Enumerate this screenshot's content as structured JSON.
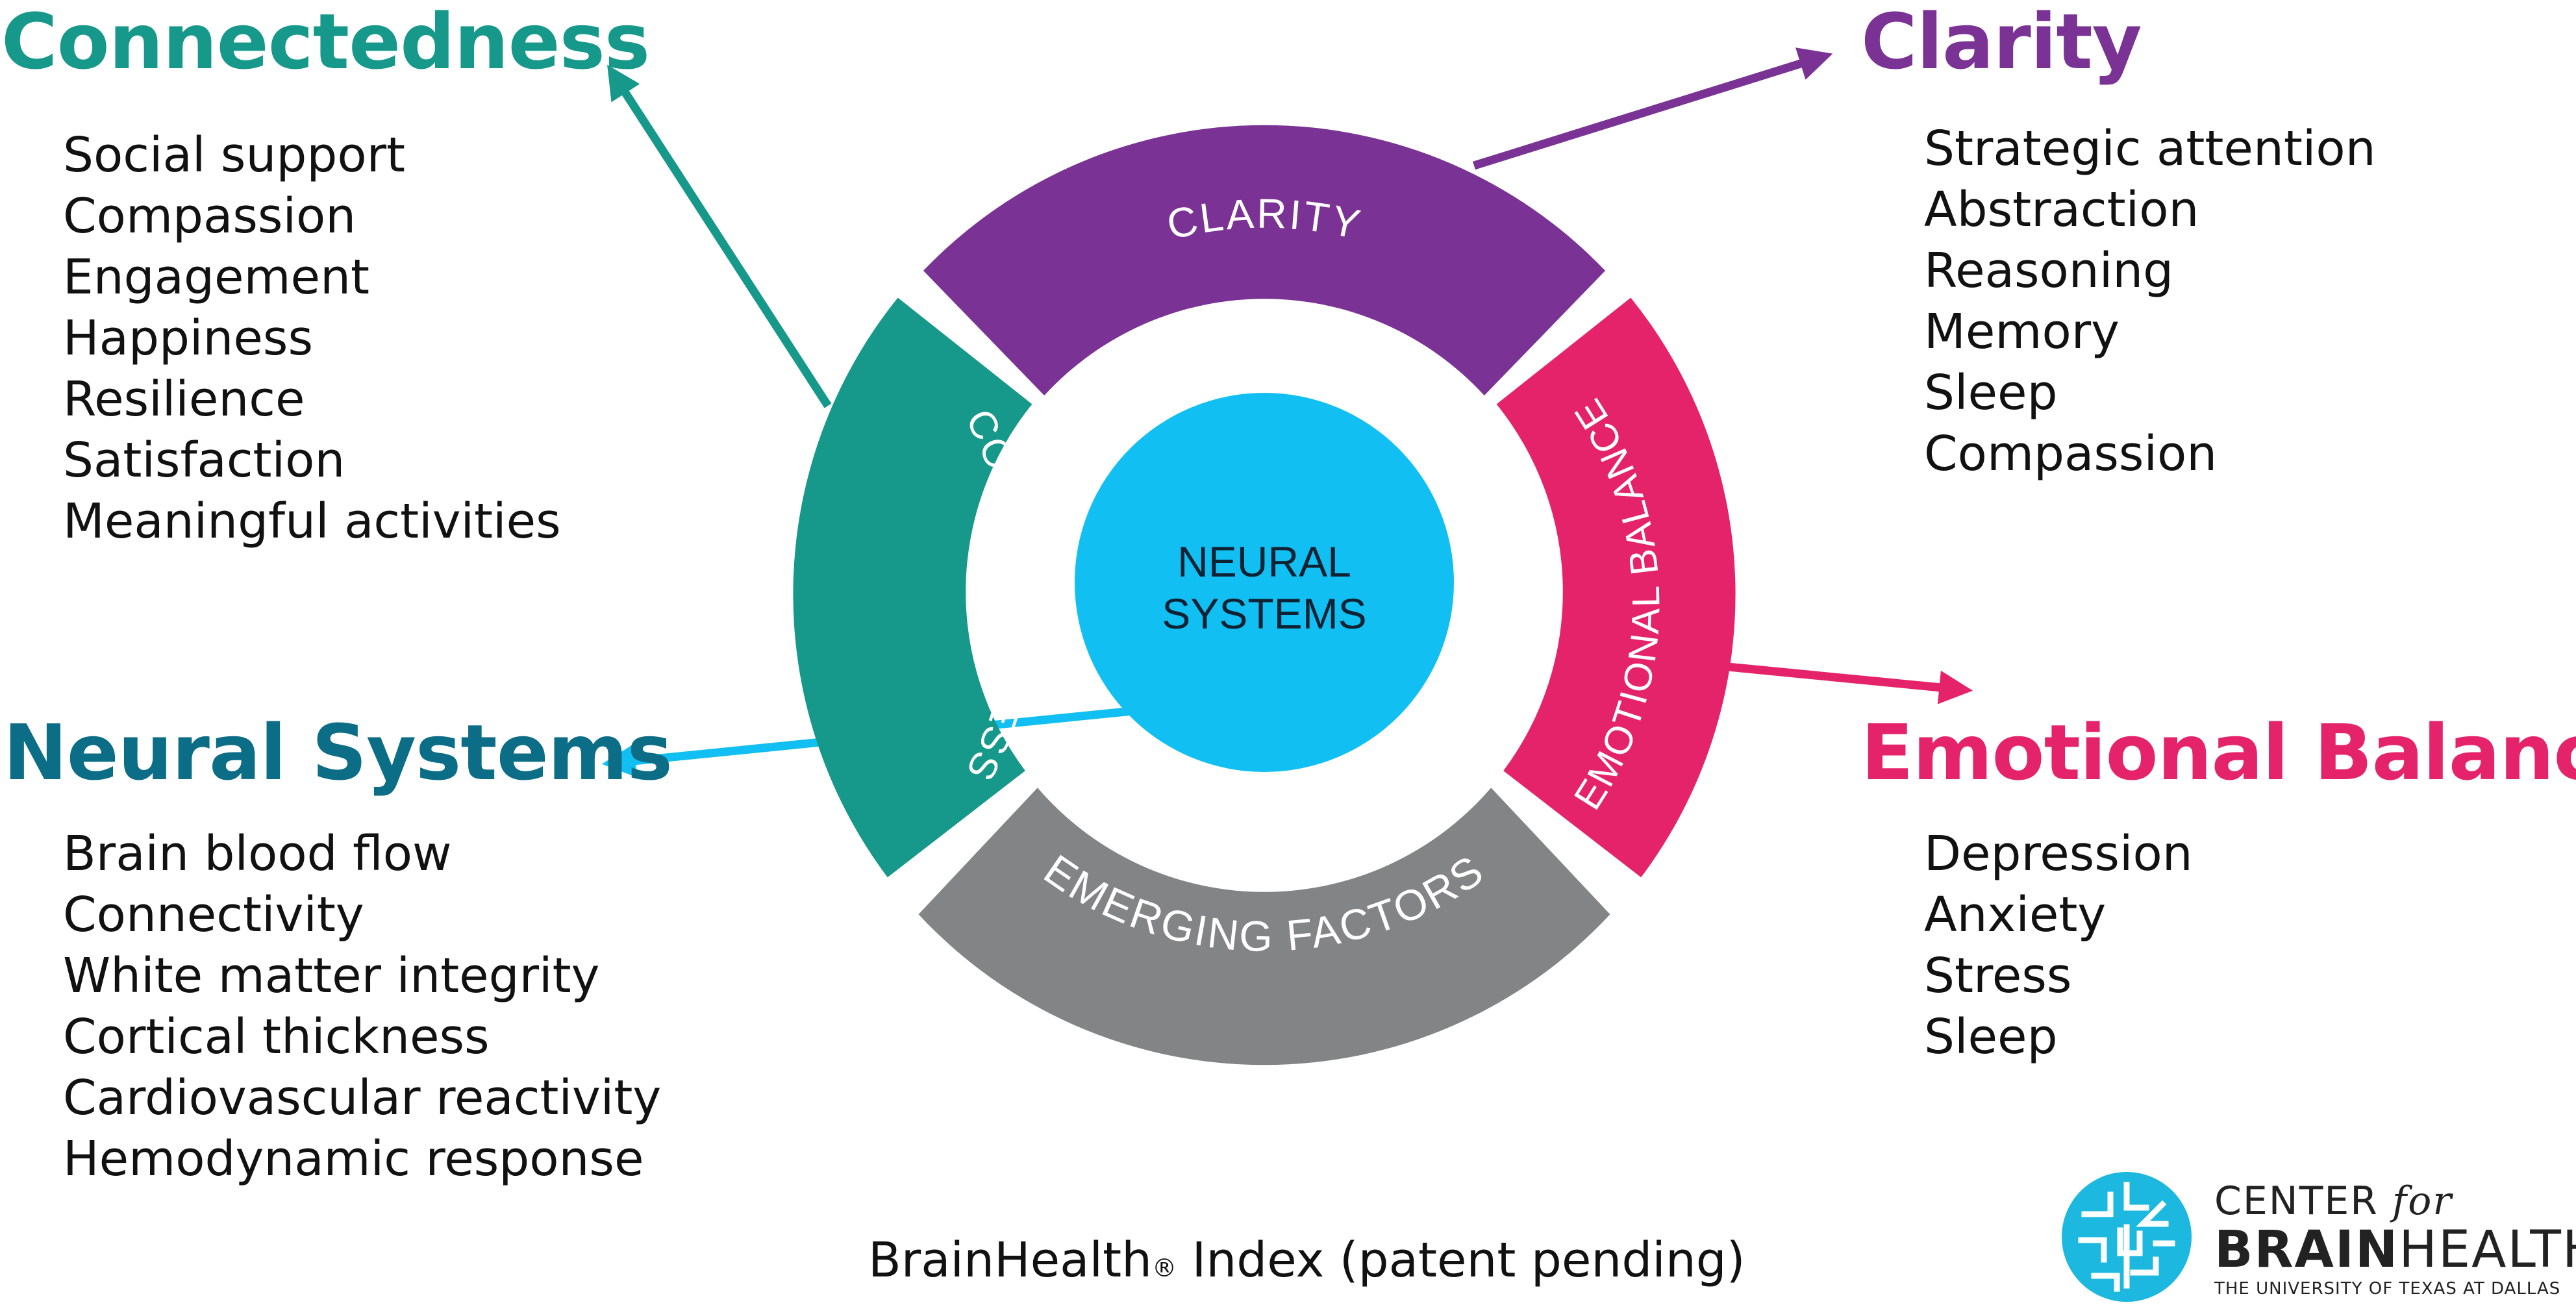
{
  "colors": {
    "connectedness": "#16988a",
    "clarity": "#7a3394",
    "emotional_balance": "#e5236b",
    "emerging_factors": "#838486",
    "neural_systems_circle": "#12bff2",
    "neural_systems_heading": "#0c6d86",
    "logo": "#1cb8e0"
  },
  "headings": {
    "connectedness": "Connectedness",
    "clarity": "Clarity",
    "neural_systems": "Neural Systems",
    "emotional_balance": "Emotional Balance"
  },
  "lists": {
    "connectedness": [
      "Social support",
      "Compassion",
      "Engagement",
      "Happiness",
      "Resilience",
      "Satisfaction",
      "Meaningful activities"
    ],
    "clarity": [
      "Strategic attention",
      "Abstraction",
      "Reasoning",
      "Memory",
      "Sleep",
      "Compassion"
    ],
    "neural_systems": [
      "Brain blood flow",
      "Connectivity",
      "White matter integrity",
      "Cortical thickness",
      "Cardiovascular reactivity",
      "Hemodynamic response"
    ],
    "emotional_balance": [
      "Depression",
      "Anxiety",
      "Stress",
      "Sleep"
    ]
  },
  "ring_labels": {
    "clarity": "CLARITY",
    "emotional_balance": "EMOTIONAL BALANCE",
    "emerging_factors": "EMERGING FACTORS",
    "connectedness": "CONNECTEDNESS"
  },
  "center": {
    "line1": "NEURAL",
    "line2": "SYSTEMS"
  },
  "footer": {
    "brand": "BrainHealth",
    "reg": "®",
    "rest": " Index (patent pending)"
  },
  "logo": {
    "line1_a": "CENTER ",
    "line1_b": "for",
    "brand_a": "BRAIN",
    "brand_b": "HEALTH",
    "reg": "®",
    "sub": "THE UNIVERSITY OF TEXAS AT DALLAS",
    "icon": "brain-maze-icon"
  }
}
